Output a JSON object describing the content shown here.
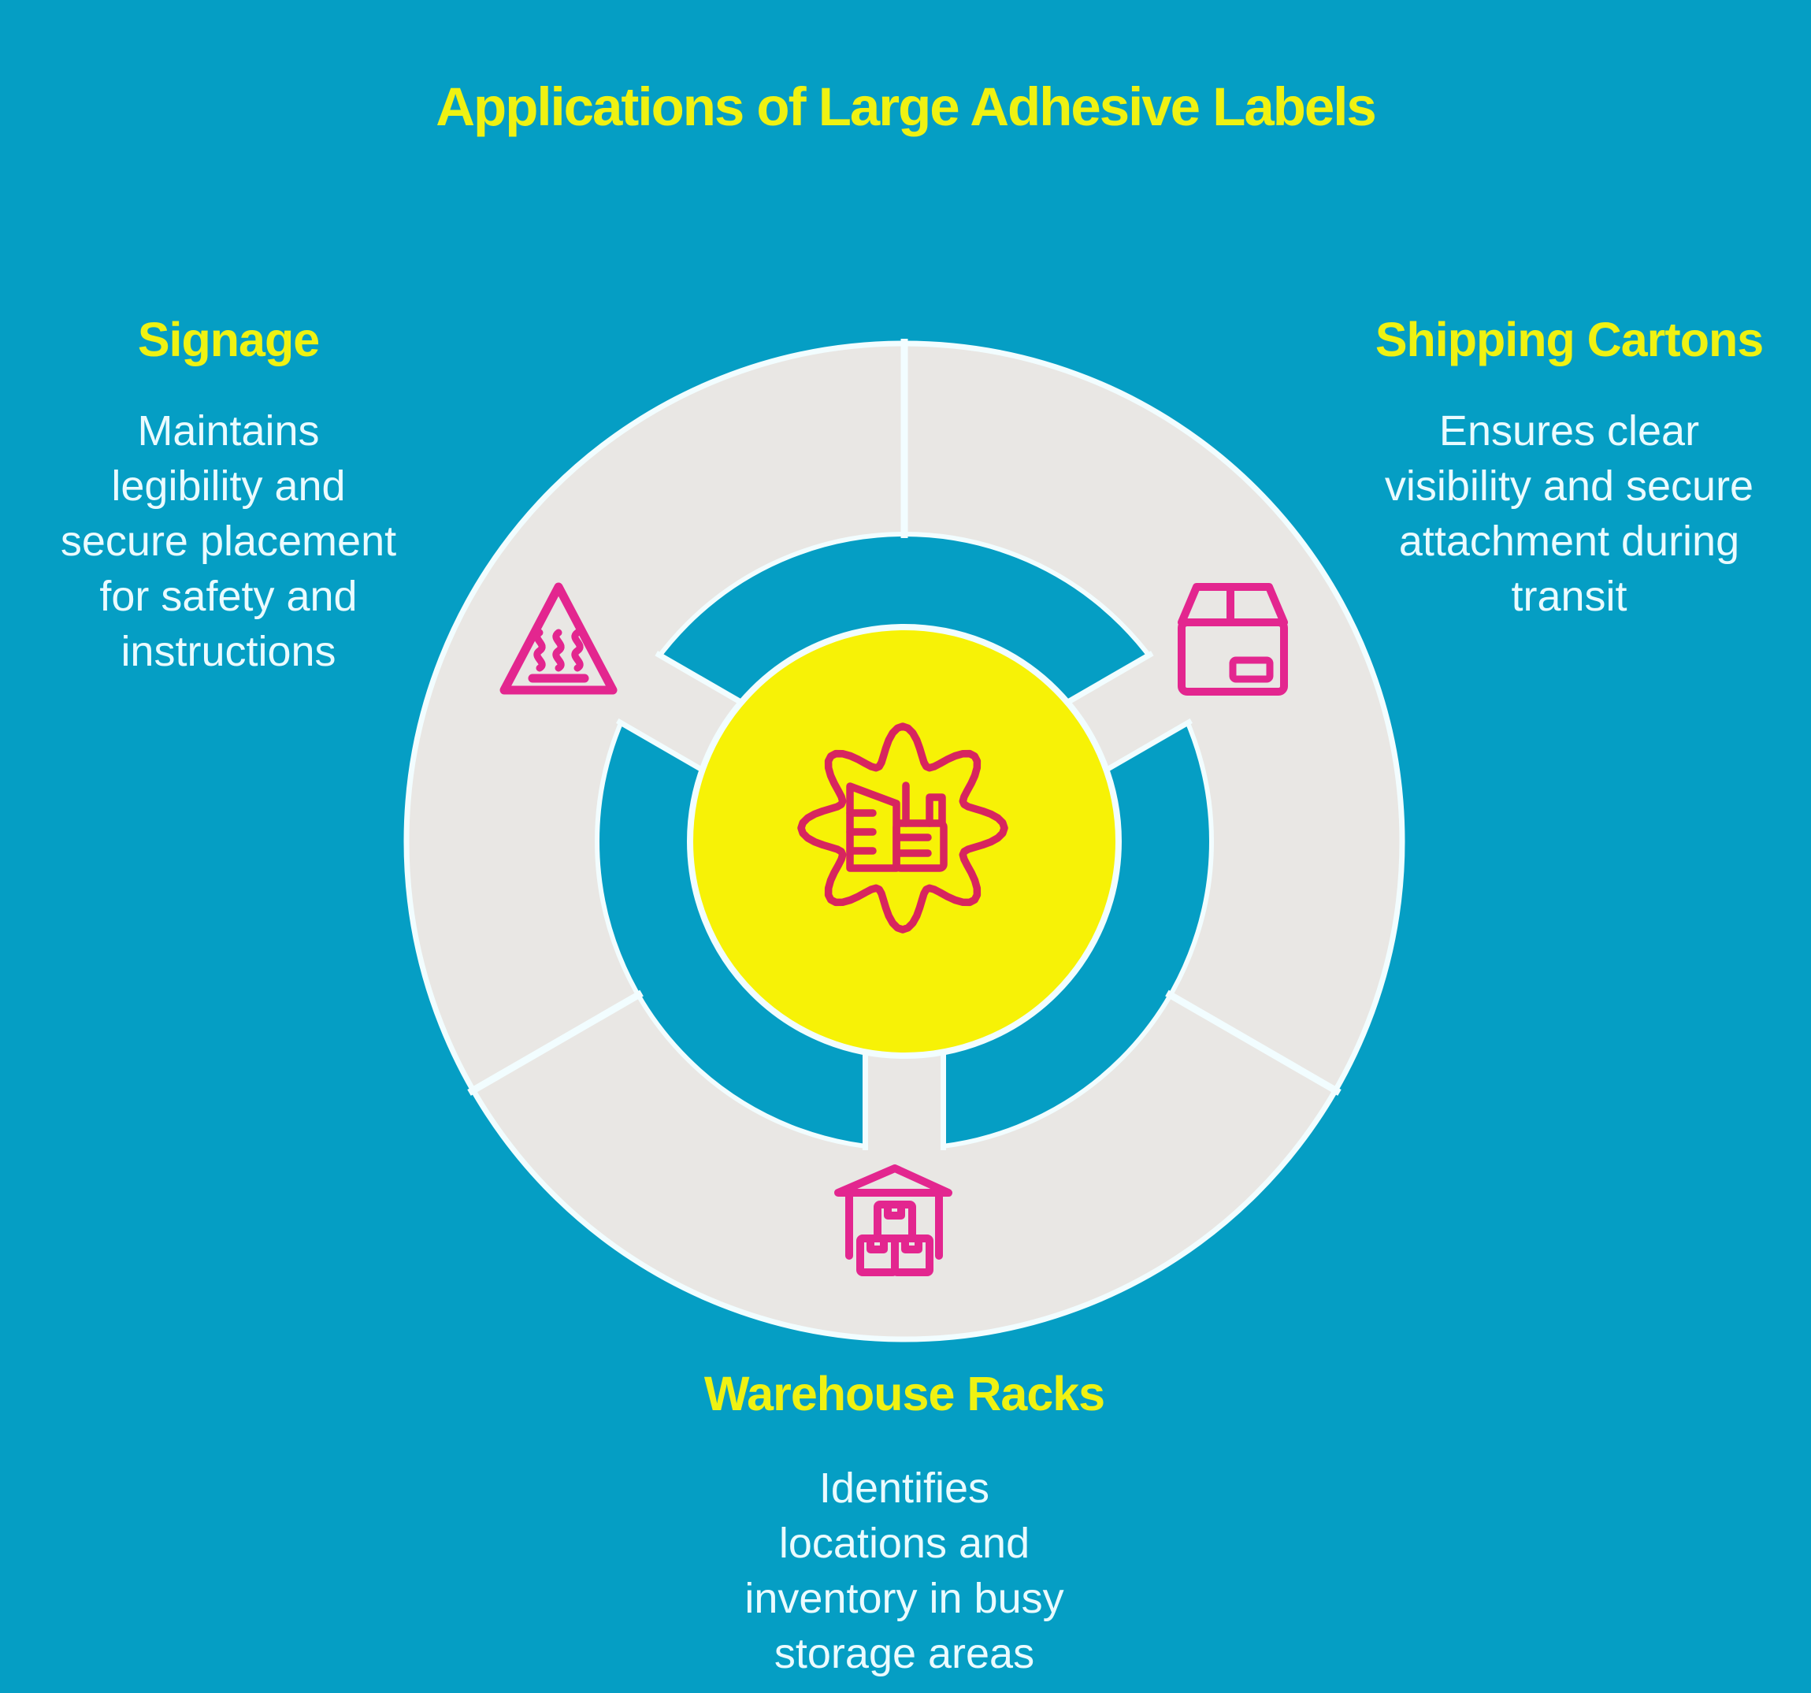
{
  "title": "Applications of Large Adhesive Labels",
  "colors": {
    "background": "#059EC4",
    "ring_gray": "#E9E7E4",
    "hub_yellow": "#F7F206",
    "accent_yellow": "#EFF212",
    "body_text": "#EAFBFF",
    "icon_pink": "#E3268F",
    "center_icon_pink": "#D7255F",
    "edge_white": "#F2FDFF"
  },
  "hub": {
    "icon": "label-badge-icon"
  },
  "sections": {
    "signage": {
      "heading": "Signage",
      "icon": "hot-surface-warning-icon",
      "lines": [
        "Maintains",
        "legibility and",
        "secure placement",
        "for safety and",
        "instructions"
      ]
    },
    "shipping": {
      "heading": "Shipping Cartons",
      "icon": "shipping-carton-icon",
      "lines": [
        "Ensures clear",
        "visibility and secure",
        "attachment during",
        "transit"
      ]
    },
    "warehouse": {
      "heading": "Warehouse Racks",
      "icon": "warehouse-rack-icon",
      "lines": [
        "Identifies",
        "locations and",
        "inventory in busy",
        "storage areas"
      ]
    }
  }
}
